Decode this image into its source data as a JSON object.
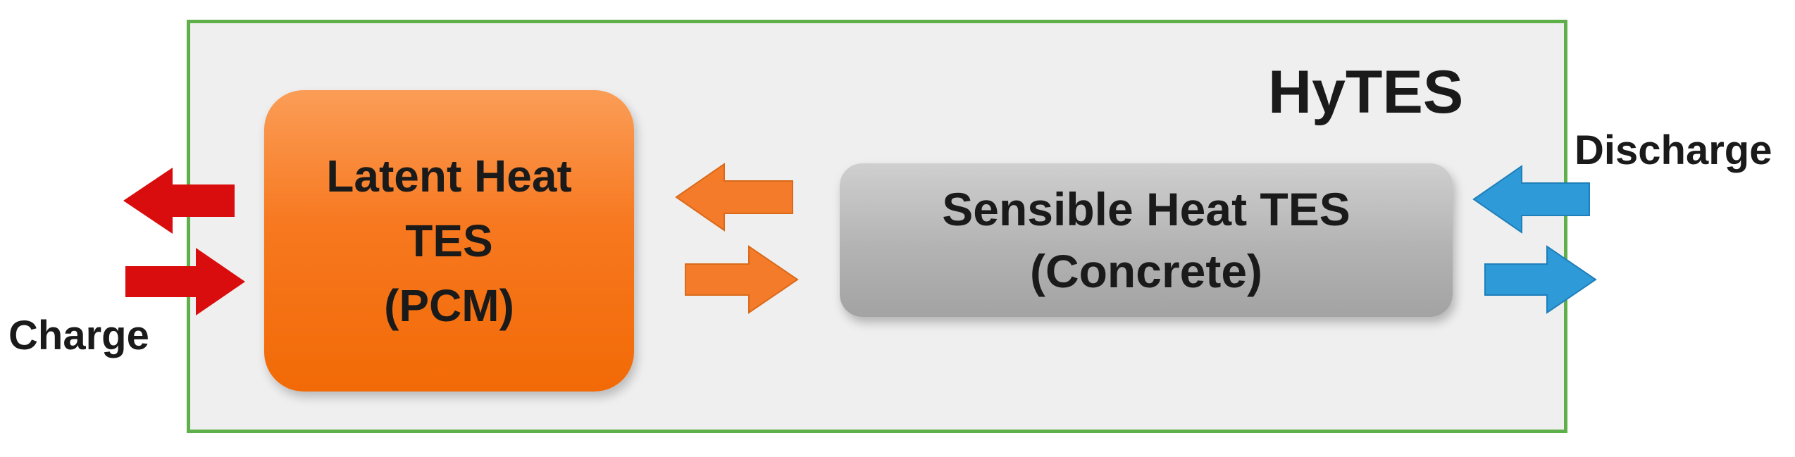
{
  "system": {
    "title": "HyTES"
  },
  "latent": {
    "lines": [
      "Latent Heat",
      "TES",
      "(PCM)"
    ]
  },
  "sensible": {
    "lines": [
      "Sensible Heat TES",
      "(Concrete)"
    ]
  },
  "labels": {
    "charge": "Charge",
    "discharge": "Discharge"
  },
  "colors": {
    "frame_border": "#5fb04a",
    "frame_fill": "#efefef",
    "charge_arrow": "#d90d0d",
    "internal_arrow": "#f47b2a",
    "discharge_arrow": "#2e9ad8",
    "latent_fill": "#f7781f",
    "sensible_fill": "#b3b3b3"
  },
  "icons": {
    "charge_out": "arrow-left-icon",
    "charge_in": "arrow-right-icon",
    "internal_to_latent": "arrow-left-icon",
    "internal_to_sensible": "arrow-right-icon",
    "discharge_in": "arrow-left-icon",
    "discharge_out": "arrow-right-icon"
  }
}
